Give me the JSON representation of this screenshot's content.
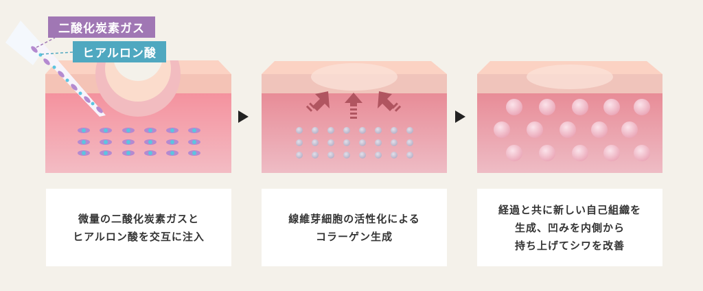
{
  "labels": {
    "co2": "二酸化炭素ガス",
    "hyaluronic": "ヒアルロン酸"
  },
  "steps": [
    {
      "lines": [
        "微量の二酸化炭素ガスと",
        "ヒアルロン酸を交互に注入"
      ]
    },
    {
      "lines": [
        "線維芽細胞の活性化による",
        "コラーゲン生成"
      ]
    },
    {
      "lines": [
        "経過と共に新しい自己組織を",
        "生成、凹みを内側から",
        "持ち上げてシワを改善"
      ]
    }
  ],
  "colors": {
    "co2": "#a077b4",
    "hyaluronic": "#4fa8c0",
    "background": "#f4f1ea"
  }
}
